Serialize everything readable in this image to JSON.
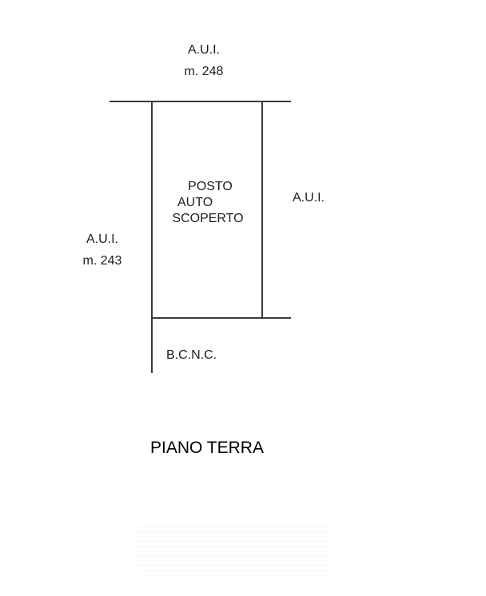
{
  "diagram": {
    "type": "floor-plan-parcel",
    "title": "PIANO TERRA",
    "parcel": {
      "label_lines": [
        "POSTO",
        "AUTO",
        "SCOPERTO"
      ]
    },
    "boundaries": {
      "north": {
        "lines": [
          "A.U.I.",
          "m. 248"
        ]
      },
      "east": {
        "lines": [
          "A.U.I."
        ]
      },
      "west": {
        "lines": [
          "A.U.I.",
          "m. 243"
        ]
      },
      "south": {
        "lines": [
          "B.C.N.C."
        ]
      }
    },
    "colors": {
      "line": "#3a3a3a",
      "text": "#1e1e1e",
      "background": "#ffffff"
    }
  }
}
